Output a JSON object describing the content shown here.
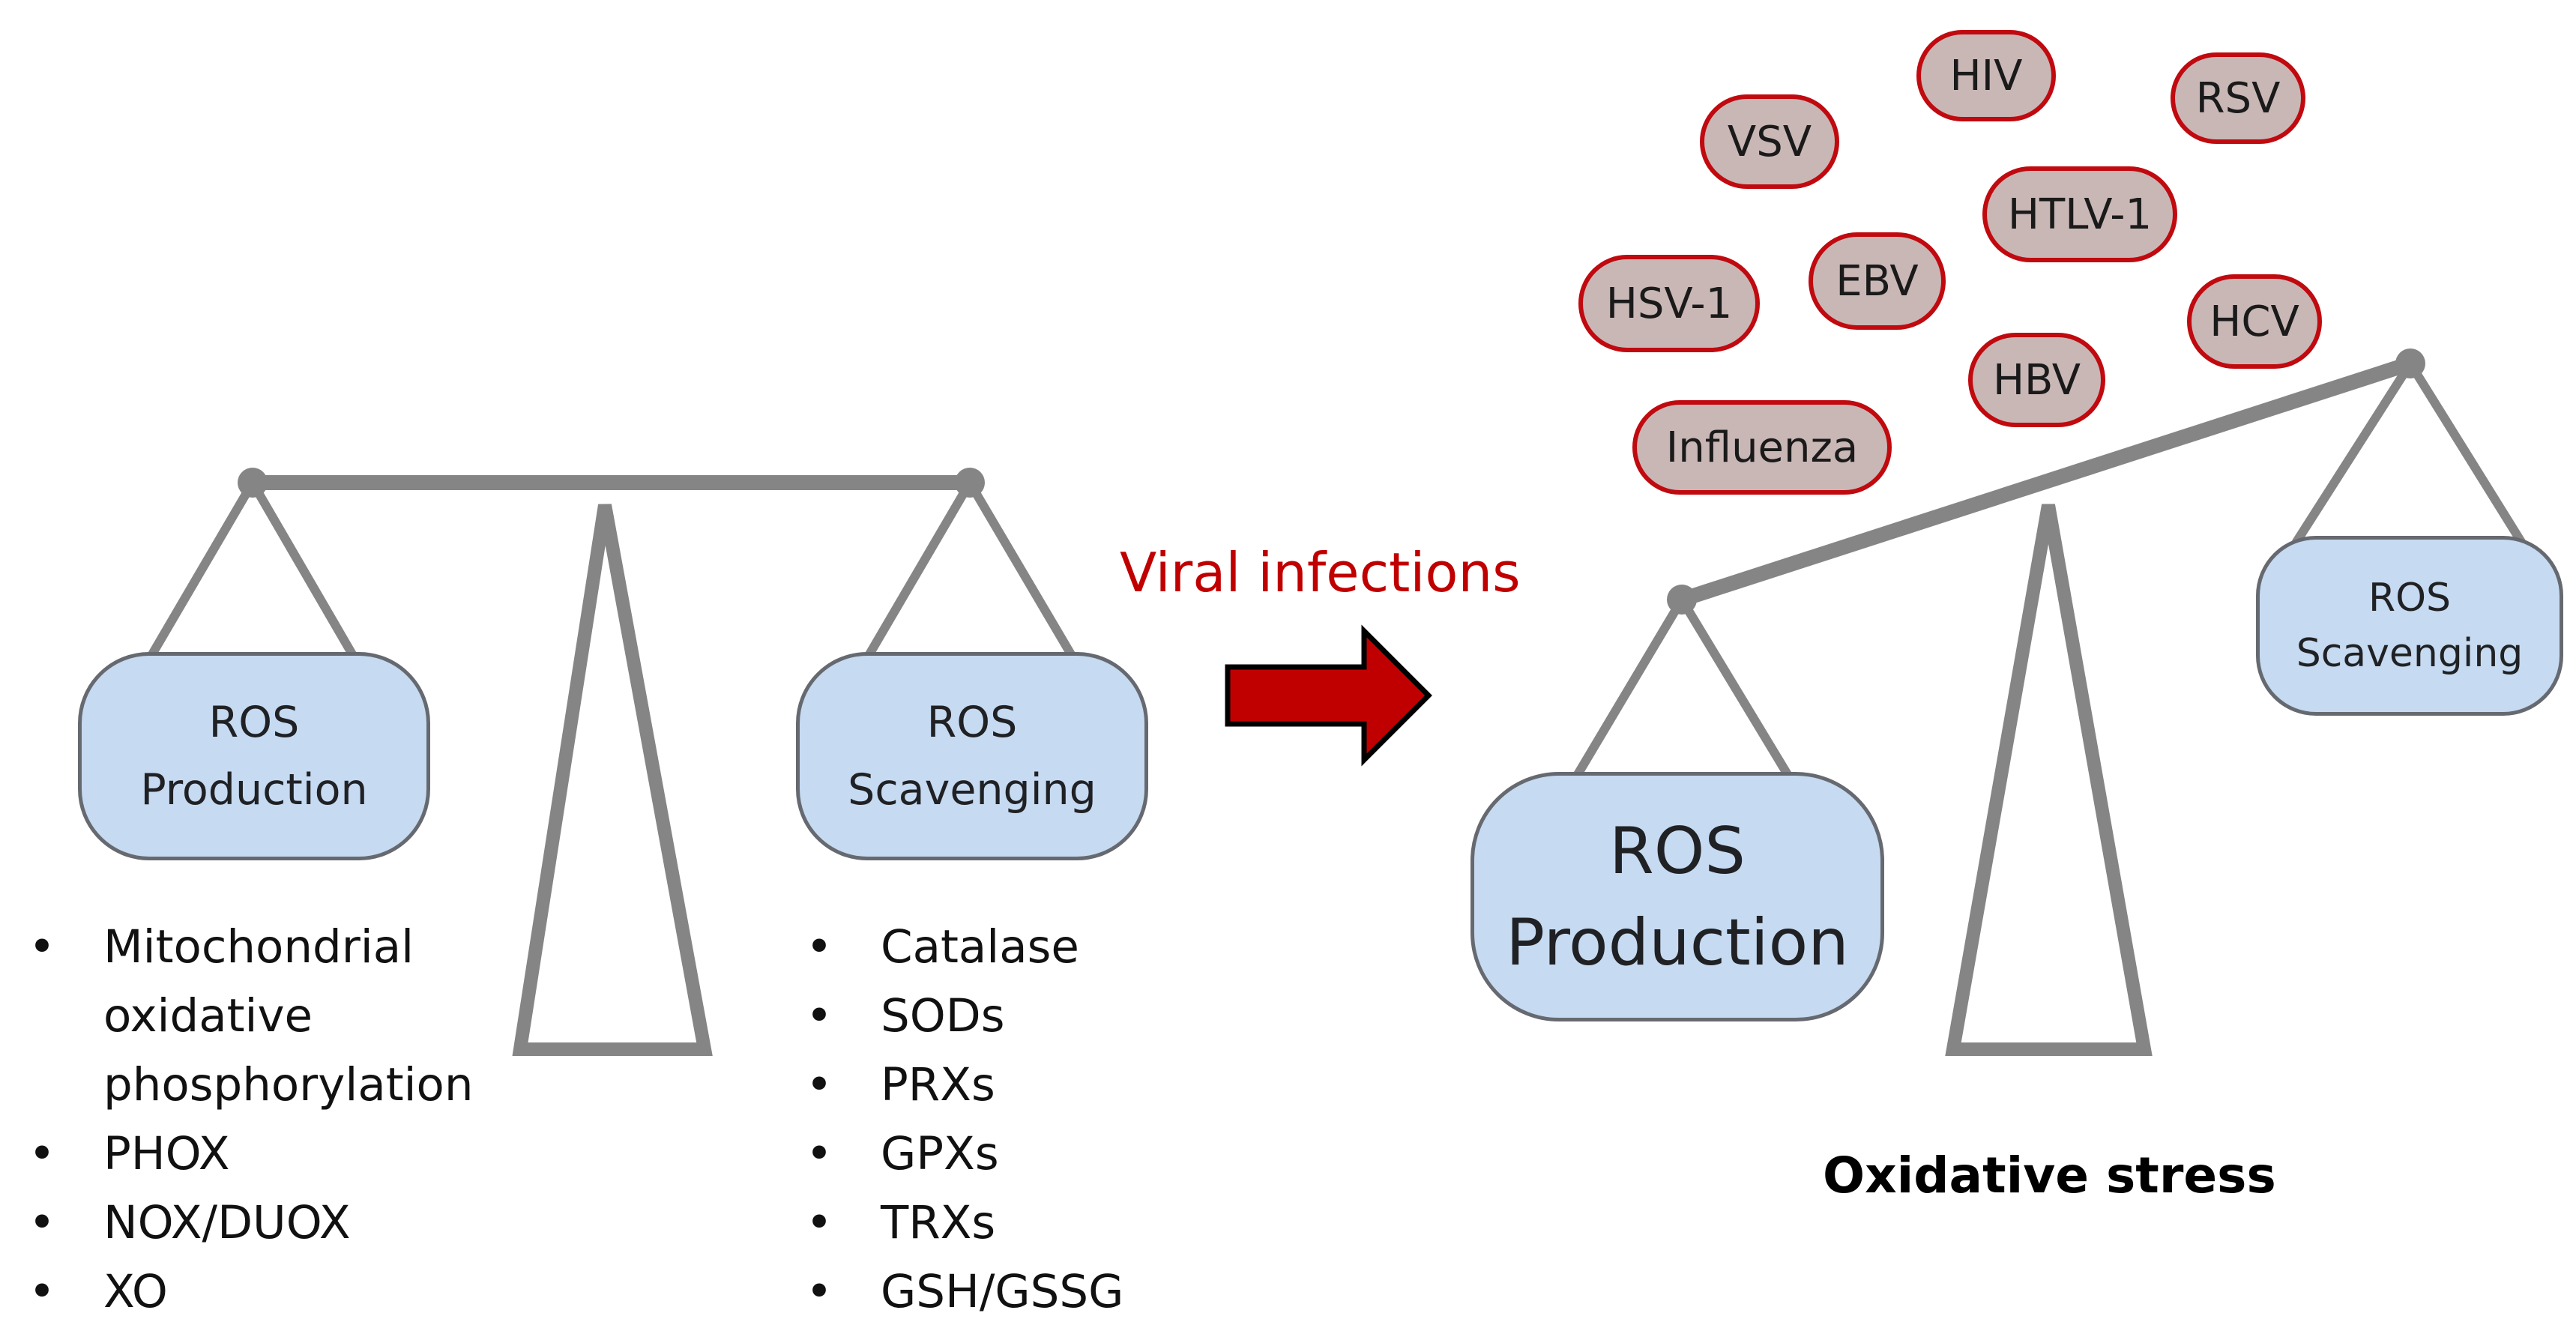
{
  "left_scale": {
    "production_pan": [
      "ROS",
      "Production"
    ],
    "scavenging_pan": [
      "ROS",
      "Scavenging"
    ],
    "production_sources": [
      "Mitochondrial oxidative phosphorylation",
      "PHOX",
      "NOX/DUOX",
      "XO"
    ],
    "scavengers": [
      "Catalase",
      "SODs",
      "PRXs",
      "GPXs",
      "TRXs",
      "GSH/GSSG"
    ]
  },
  "transition": {
    "label": "Viral infections"
  },
  "right_scale": {
    "production_pan": [
      "ROS",
      "Production"
    ],
    "scavenging_pan": [
      "ROS",
      "Scavenging"
    ],
    "caption": "Oxidative stress"
  },
  "viruses": [
    "HIV",
    "RSV",
    "VSV",
    "HTLV-1",
    "EBV",
    "HSV-1",
    "HCV",
    "HBV",
    "Influenza"
  ],
  "colors": {
    "pan_fill": "#c6daf1",
    "pan_stroke": "#666a70",
    "scale_gray": "#858585",
    "virus_fill": "#c9b7b6",
    "virus_stroke": "#c00a0f",
    "arrow_fill": "#c00000",
    "label_red": "#c00000"
  }
}
